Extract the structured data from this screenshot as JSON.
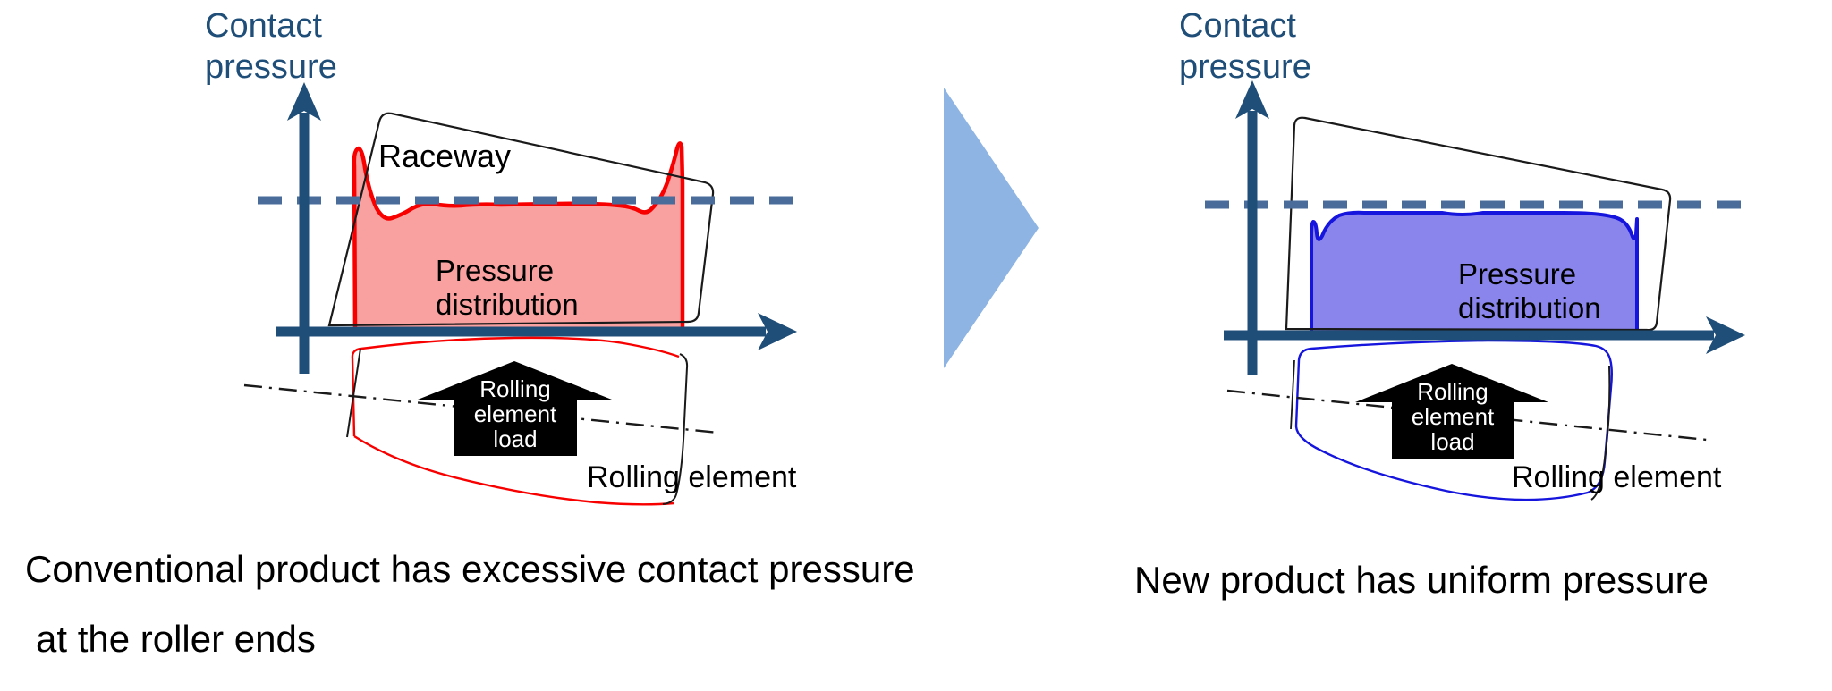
{
  "colors": {
    "axis": "#1F4E79",
    "axis_text": "#1F4E79",
    "dashed_line": "#4A6C9B",
    "red_curve": "#F80000",
    "red_fill": "#F9A0A0",
    "blue_curve": "#1515DD",
    "blue_fill": "#8A85EC",
    "outline_black": "#1A1A1A",
    "load_arrow": "#000000",
    "load_arrow_text": "#FFFFFF",
    "caption_text": "#000000",
    "transition_arrow": "#8DB4E2"
  },
  "left_diagram": {
    "axis_label": "Contact\npressure",
    "raceway_label": "Raceway",
    "pressure_label": "Pressure\ndistribution",
    "load_arrow_label": "Rolling\nelement\nload",
    "rolling_element_label": "Rolling element",
    "caption_line1": "Conventional product has excessive contact pressure",
    "caption_line2": "at the roller ends"
  },
  "right_diagram": {
    "axis_label": "Contact\npressure",
    "pressure_label": "Pressure\ndistribution",
    "load_arrow_label": "Rolling\nelement\nload",
    "rolling_element_label": "Rolling element",
    "caption": "New product has uniform pressure"
  }
}
